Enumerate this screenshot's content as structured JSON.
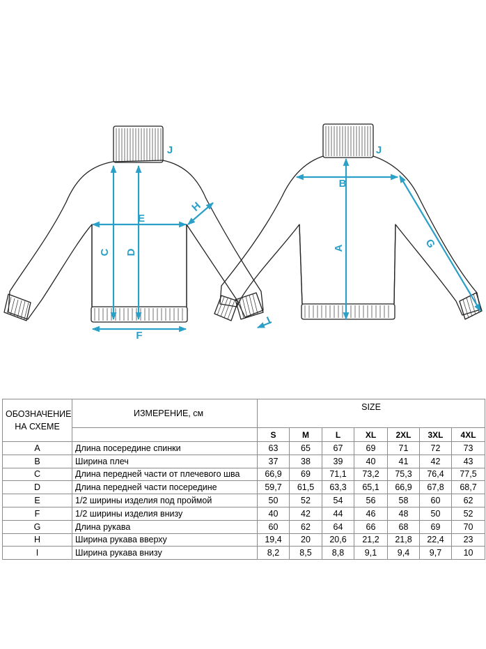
{
  "labels": {
    "A": "A",
    "B": "B",
    "C": "C",
    "D": "D",
    "E": "E",
    "F": "F",
    "G": "G",
    "H": "H",
    "I": "I",
    "J_front": "J",
    "J_back": "J"
  },
  "table": {
    "col_code_header": "ОБОЗНАЧЕНИЕ НА СХЕМЕ",
    "col_measure_header": "ИЗМЕРЕНИЕ, см",
    "size_header": "SIZE",
    "sizes": [
      "S",
      "M",
      "L",
      "XL",
      "2XL",
      "3XL",
      "4XL"
    ],
    "rows": [
      {
        "code": "A",
        "name": "Длина посередине спинки",
        "values": [
          "63",
          "65",
          "67",
          "69",
          "71",
          "72",
          "73"
        ]
      },
      {
        "code": "B",
        "name": "Ширина плеч",
        "values": [
          "37",
          "38",
          "39",
          "40",
          "41",
          "42",
          "43"
        ]
      },
      {
        "code": "C",
        "name": "Длина передней части от плечевого шва",
        "values": [
          "66,9",
          "69",
          "71,1",
          "73,2",
          "75,3",
          "76,4",
          "77,5"
        ]
      },
      {
        "code": "D",
        "name": "Длина передней части посередине",
        "values": [
          "59,7",
          "61,5",
          "63,3",
          "65,1",
          "66,9",
          "67,8",
          "68,7"
        ]
      },
      {
        "code": "E",
        "name": "1/2 ширины изделия под проймой",
        "values": [
          "50",
          "52",
          "54",
          "56",
          "58",
          "60",
          "62"
        ]
      },
      {
        "code": "F",
        "name": "1/2 ширины изделия внизу",
        "values": [
          "40",
          "42",
          "44",
          "46",
          "48",
          "50",
          "52"
        ]
      },
      {
        "code": "G",
        "name": "Длина рукава",
        "values": [
          "60",
          "62",
          "64",
          "66",
          "68",
          "69",
          "70"
        ]
      },
      {
        "code": "H",
        "name": "Ширина рукава вверху",
        "values": [
          "19,4",
          "20",
          "20,6",
          "21,2",
          "21,8",
          "22,4",
          "23"
        ]
      },
      {
        "code": "I",
        "name": "Ширина рукава внизу",
        "values": [
          "8,2",
          "8,5",
          "8,8",
          "9,1",
          "9,4",
          "9,7",
          "10"
        ]
      }
    ]
  },
  "colors": {
    "measurement": "#2aa0c8",
    "outline": "#222222",
    "grid": "#8c8c8c"
  }
}
